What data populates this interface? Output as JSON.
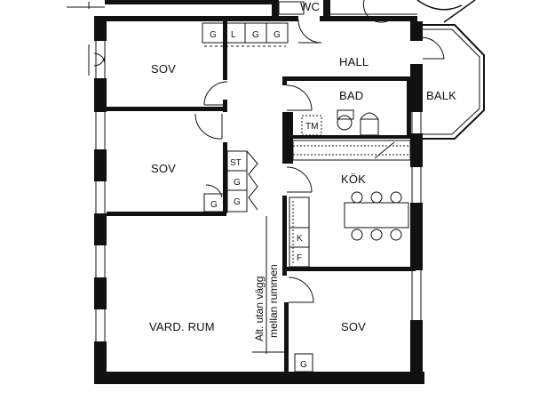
{
  "rooms": {
    "sov_top": "SOV",
    "sov_middle": "SOV",
    "sov_bottom": "SOV",
    "hall": "HALL",
    "bad": "BAD",
    "balk": "BALK",
    "kok": "KÖK",
    "vardrum": "VARD. RUM",
    "wc": "WC"
  },
  "closets": {
    "top_row": [
      "G",
      "L",
      "G",
      "G"
    ],
    "sov_middle_column": [
      "ST",
      "G",
      "G"
    ],
    "sov_middle_bottom": "G",
    "sov_bottom": "G",
    "bad_fixture": "TM",
    "kitchen_k": "K",
    "kitchen_f": "F"
  },
  "annotation": {
    "line1": "Alt. utan vägg",
    "line2": "mellan rummen"
  }
}
